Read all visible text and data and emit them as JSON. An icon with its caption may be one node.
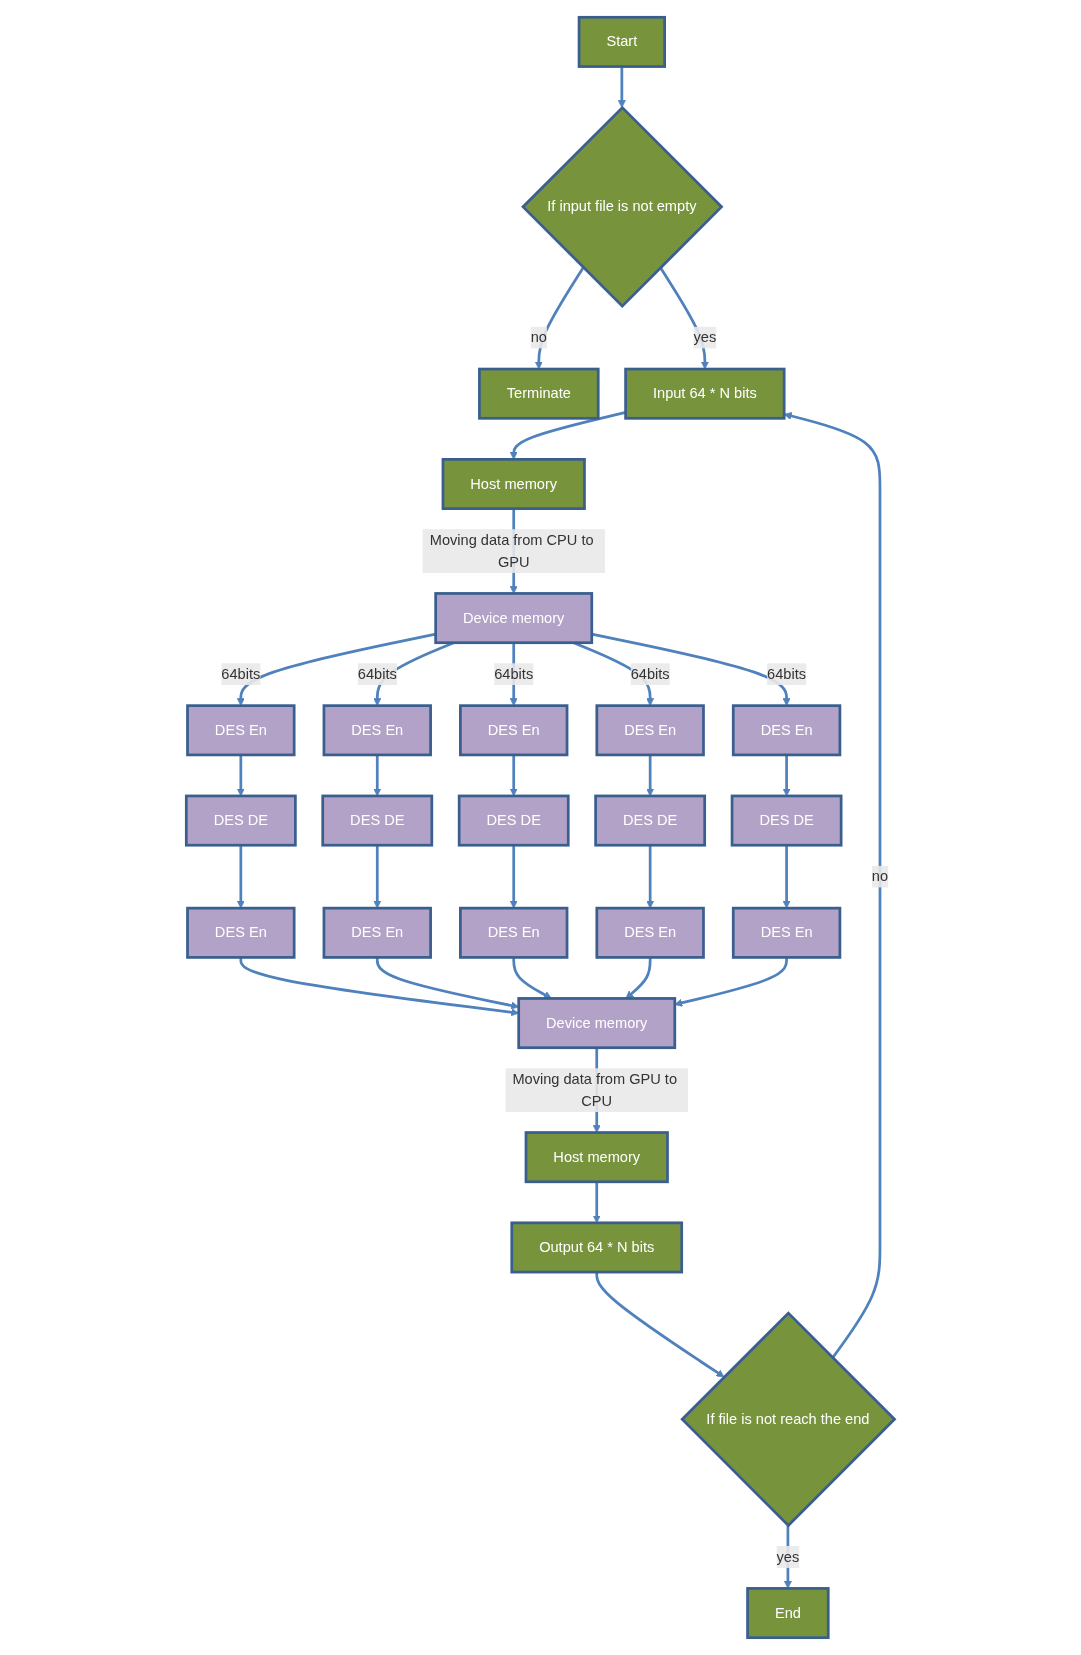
{
  "diagram": {
    "nodes": [
      {
        "text": [
          "Start"
        ]
      },
      {
        "text": [
          "If input file is not empty"
        ]
      },
      {
        "text": [
          "Terminate"
        ]
      },
      {
        "text": [
          "Input 64 * N bits"
        ]
      },
      {
        "text": [
          "Host memory"
        ]
      },
      {
        "text": [
          "Device memory"
        ]
      },
      {
        "text": [
          "DES En"
        ]
      },
      {
        "text": [
          "DES En"
        ]
      },
      {
        "text": [
          "DES En"
        ]
      },
      {
        "text": [
          "DES En"
        ]
      },
      {
        "text": [
          "DES En"
        ]
      },
      {
        "text": [
          "DES DE"
        ]
      },
      {
        "text": [
          "DES DE"
        ]
      },
      {
        "text": [
          "DES DE"
        ]
      },
      {
        "text": [
          "DES DE"
        ]
      },
      {
        "text": [
          "DES DE"
        ]
      },
      {
        "text": [
          "DES En"
        ]
      },
      {
        "text": [
          "DES En"
        ]
      },
      {
        "text": [
          "DES En"
        ]
      },
      {
        "text": [
          "DES En"
        ]
      },
      {
        "text": [
          "DES En"
        ]
      },
      {
        "text": [
          "Device memory"
        ]
      },
      {
        "text": [
          "Host memory"
        ]
      },
      {
        "text": [
          "Output 64 * N bits"
        ]
      },
      {
        "text": [
          "If file is not reach the end"
        ]
      },
      {
        "text": [
          "End"
        ]
      }
    ],
    "edges": [
      {
        "from": 0,
        "to": 1,
        "arrow": "to"
      },
      {
        "from": 1,
        "to": 2,
        "arrow": "to",
        "label": "no"
      },
      {
        "from": 1,
        "to": 3,
        "arrow": "to",
        "label": "yes"
      },
      {
        "from": 3,
        "to": 4,
        "arrow": "to"
      },
      {
        "from": 4,
        "to": 5,
        "arrow": "to",
        "label": "Moving data from CPU to GPU"
      },
      {
        "from": 5,
        "to": 6,
        "arrow": "to",
        "label": "64bits"
      },
      {
        "from": 5,
        "to": 7,
        "arrow": "to",
        "label": "64bits"
      },
      {
        "from": 5,
        "to": 8,
        "arrow": "to",
        "label": "64bits"
      },
      {
        "from": 5,
        "to": 9,
        "arrow": "to",
        "label": "64bits"
      },
      {
        "from": 5,
        "to": 10,
        "arrow": "to",
        "label": "64bits"
      },
      {
        "from": 6,
        "to": 11,
        "arrow": "to"
      },
      {
        "from": 7,
        "to": 12,
        "arrow": "to"
      },
      {
        "from": 8,
        "to": 13,
        "arrow": "to"
      },
      {
        "from": 9,
        "to": 14,
        "arrow": "to"
      },
      {
        "from": 10,
        "to": 15,
        "arrow": "to"
      },
      {
        "from": 11,
        "to": 16,
        "arrow": "to"
      },
      {
        "from": 12,
        "to": 17,
        "arrow": "to"
      },
      {
        "from": 13,
        "to": 18,
        "arrow": "to"
      },
      {
        "from": 14,
        "to": 19,
        "arrow": "to"
      },
      {
        "from": 15,
        "to": 20,
        "arrow": "to"
      },
      {
        "from": 16,
        "to": 21,
        "arrow": "to"
      },
      {
        "from": 17,
        "to": 21,
        "arrow": "to"
      },
      {
        "from": 18,
        "to": 21,
        "arrow": "to"
      },
      {
        "from": 19,
        "to": 21,
        "arrow": "to"
      },
      {
        "from": 20,
        "to": 21,
        "arrow": "to"
      },
      {
        "from": 21,
        "to": 22,
        "arrow": "to",
        "label": "Moving data from GPU to CPU"
      },
      {
        "from": 22,
        "to": 23,
        "arrow": "to"
      },
      {
        "from": 23,
        "to": 24,
        "arrow": "to"
      },
      {
        "from": 24,
        "to": 3,
        "arrow": "to",
        "label": "no"
      },
      {
        "from": 24,
        "to": 25,
        "arrow": "to",
        "label": "yes"
      }
    ]
  }
}
